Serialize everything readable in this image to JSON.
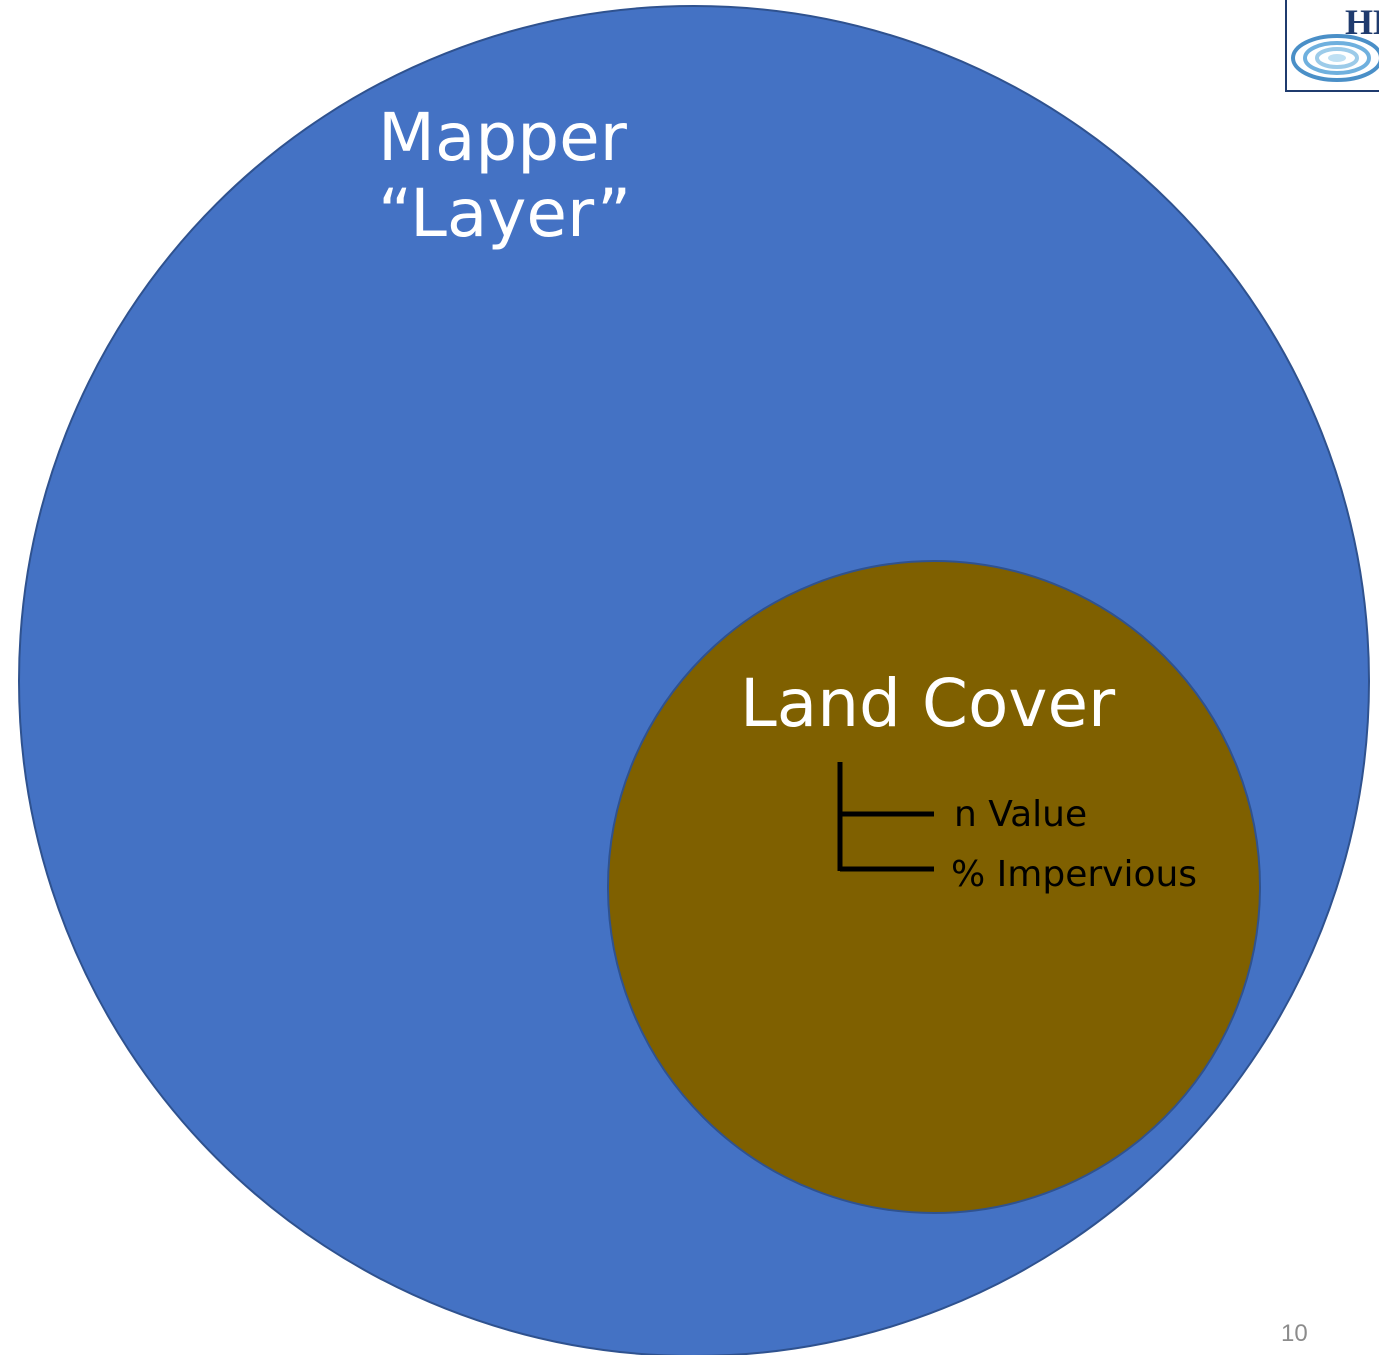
{
  "outer_circle": {
    "title_line1": "Mapper",
    "title_line2": "“Layer”",
    "fill": "#4472C4",
    "stroke": "#2F528F"
  },
  "inner_circle": {
    "title": "Land Cover",
    "fill": "#7F6000",
    "stroke": "#2F528F"
  },
  "attributes": [
    "n Value",
    "% Impervious"
  ],
  "slide": {
    "page_number": "10"
  },
  "logo": {
    "text": "HEC",
    "icon": "water-ripple-logo-icon"
  }
}
